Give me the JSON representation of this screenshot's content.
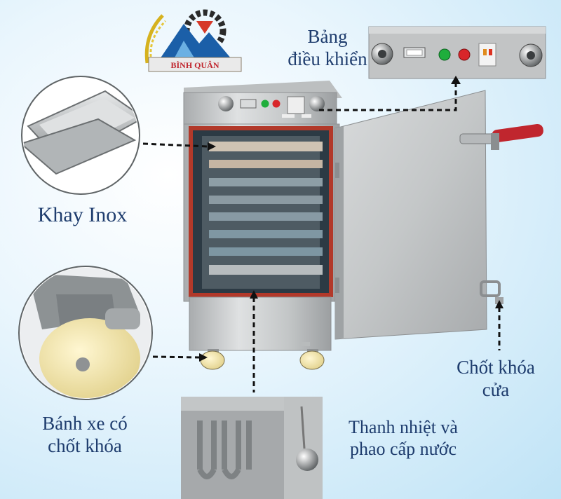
{
  "logo": {
    "brand_text": "BÌNH QUÂN"
  },
  "callouts": {
    "control_panel": "Bảng điều khiển",
    "control_panel_line1": "Bảng",
    "control_panel_line2": "điều khiển",
    "tray": "Khay Inox",
    "wheel_line1": "Bánh xe có",
    "wheel_line2": "chốt khóa",
    "door_latch_line1": "Chốt khóa",
    "door_latch_line2": "cửa",
    "heater_line1": "Thanh nhiệt và",
    "heater_line2": "phao cấp nước"
  },
  "colors": {
    "text": "#1f3d6e",
    "steel": "#c9cbcc",
    "gasket": "#b2392a",
    "handle_red": "#c0262e",
    "green_button": "#1fae3c",
    "red_button": "#d8262a"
  },
  "icons": [
    "logo-mountain-gear-icon",
    "power-knob-icon",
    "timer-knob-icon",
    "green-button-icon",
    "red-button-icon",
    "breaker-icon"
  ]
}
